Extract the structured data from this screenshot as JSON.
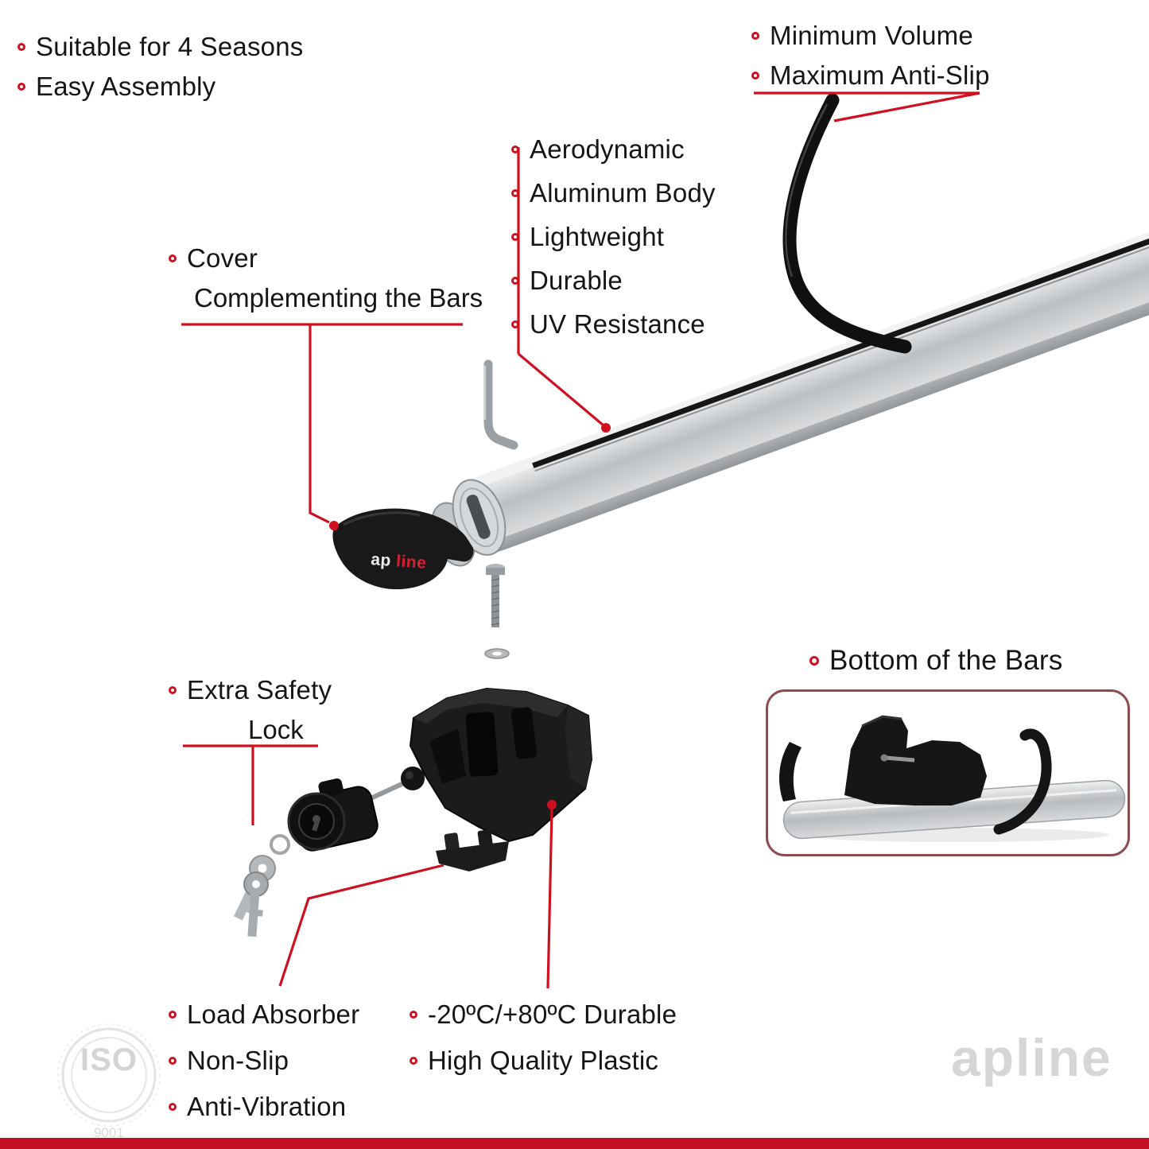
{
  "colors": {
    "accent": "#cf1020",
    "text": "#151515",
    "footer_bar": "#c60f22",
    "box_border": "#8e4b4e",
    "watermark": "#d6d6d6",
    "bar_silver": "#c9ccce",
    "part_black": "#1b1b1b"
  },
  "top_left_features": {
    "items": [
      "Suitable for 4 Seasons",
      "Easy Assembly"
    ]
  },
  "top_right_features": {
    "items": [
      "Minimum Volume",
      "Maximum Anti-Slip"
    ]
  },
  "bar_features": {
    "items": [
      "Aerodynamic",
      "Aluminum Body",
      "Lightweight",
      "Durable",
      "UV Resistance"
    ]
  },
  "cover_callout": {
    "line1": "Cover",
    "line2": "Complementing the Bars"
  },
  "lock_callout": {
    "line1": "Extra Safety",
    "line2": "Lock"
  },
  "bottom_bars_callout": {
    "label": "Bottom of the Bars"
  },
  "bottom_left_features": {
    "items": [
      "Load Absorber",
      "Non-Slip",
      "Anti-Vibration"
    ]
  },
  "bottom_center_features": {
    "items": [
      "-20ºC/+80ºC Durable",
      "High Quality Plastic"
    ]
  },
  "brand": {
    "prefix": "ap",
    "suffix": "line",
    "full": "apline"
  },
  "iso_badge": {
    "title": "ISO",
    "number": "9001"
  }
}
